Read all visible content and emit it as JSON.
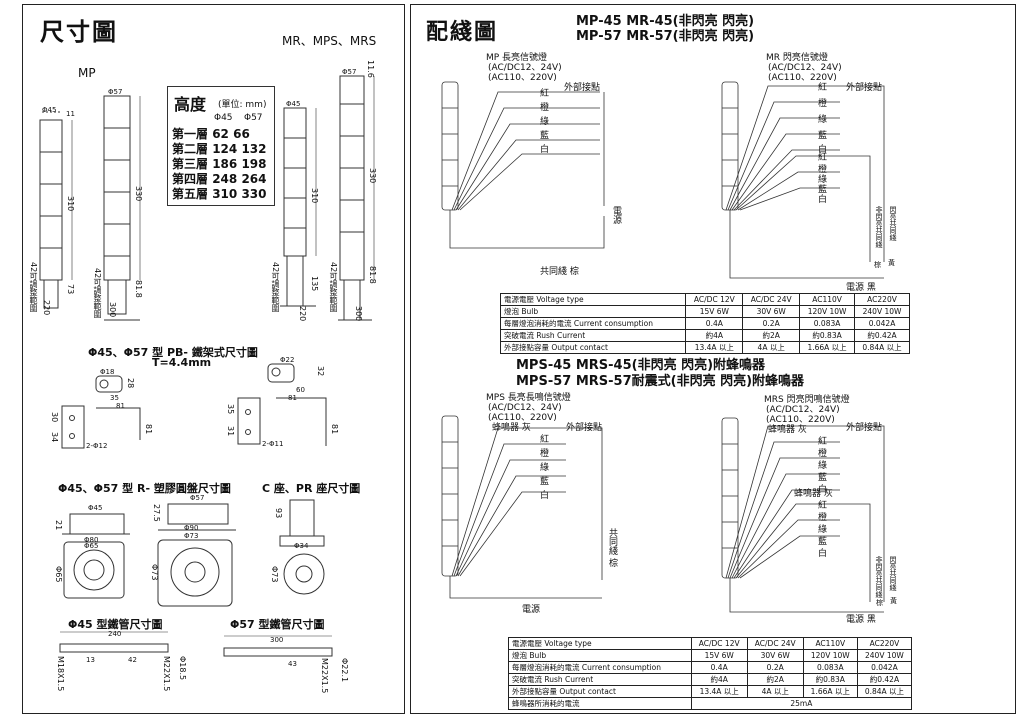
{
  "left": {
    "title": "尺寸圖",
    "series_right": "MR、MPS、MRS",
    "series_left": "MP",
    "height_table": {
      "title": "高度",
      "unit": "(單位: mm)",
      "col1": "Φ45",
      "col2": "Φ57",
      "rows": [
        {
          "layer": "第一層",
          "a": "62",
          "b": "66"
        },
        {
          "layer": "第二層",
          "a": "124",
          "b": "132"
        },
        {
          "layer": "第三層",
          "a": "186",
          "b": "198"
        },
        {
          "layer": "第四層",
          "a": "248",
          "b": "264"
        },
        {
          "layer": "第五層",
          "a": "310",
          "b": "330"
        }
      ]
    },
    "dims": {
      "d45": "Φ45",
      "d57": "Φ57",
      "v310": "310",
      "v330": "330",
      "v73": "73",
      "v818": "81.8",
      "v220": "220",
      "v300": "300",
      "v135": "135",
      "v116": "11.6",
      "v11": "11",
      "adj": "可調整範圍",
      "v42": "42"
    },
    "bracket": {
      "title": "Φ45、Φ57 型 PB- 鐵架式尺寸圖",
      "thickness": "T=4.4mm",
      "d18": "Φ18",
      "d22": "Φ22",
      "v28": "28",
      "v32": "32",
      "v35": "35",
      "v60": "60",
      "v61": "61",
      "v81": "81",
      "v30": "30",
      "v34": "34",
      "v12": "2-Φ12",
      "v11": "2-Φ11",
      "v31": "31"
    },
    "rbase": {
      "title": "Φ45、Φ57 型 R- 塑膠圓盤尺寸圖",
      "d45": "Φ45",
      "d57": "Φ57",
      "d80": "Φ80",
      "d65": "Φ65",
      "d90": "Φ90",
      "d73": "Φ73",
      "v21": "21",
      "v275": "27.5"
    },
    "cbase": {
      "title": "C 座、PR 座尺寸圖",
      "v93": "93",
      "d34": "Φ34",
      "d73": "Φ73"
    },
    "pipe45": {
      "title": "Φ45 型鐵管尺寸圖",
      "v240": "240",
      "v13": "13",
      "v42": "42",
      "m18": "M18X1.5",
      "m22": "M22X1.5",
      "d185": "Φ18.5"
    },
    "pipe57": {
      "title": "Φ57 型鐵管尺寸圖",
      "v300": "300",
      "v43": "43",
      "m22": "M22X1.5",
      "d221": "Φ22.1"
    }
  },
  "right": {
    "title": "配綫圖",
    "heading1": "MP-45 MR-45(非閃亮  閃亮)",
    "heading2": "MP-57 MR-57(非閃亮  閃亮)",
    "heading3": "MPS-45 MRS-45(非閃亮  閃亮)附蜂鳴器",
    "heading4": "MPS-57 MRS-57耐震式(非閃亮  閃亮)附蜂鳴器",
    "mp_label": "MP 長亮信號燈",
    "mr_label": "MR 閃亮信號燈",
    "mps_label": "MPS 長亮長鳴信號燈",
    "mrs_label": "MRS 閃亮閃鳴信號燈",
    "voltage1": "(AC/DC12、24V)",
    "voltage2": "(AC110、220V)",
    "external": "外部接點",
    "colors": [
      "紅",
      "橙",
      "綠",
      "藍",
      "白"
    ],
    "buzzer": "蜂鳴器",
    "grey": "灰",
    "common": "共同綫",
    "brown": "棕",
    "power": "電源",
    "black": "黑",
    "yellow": "黃",
    "flash_common": "非閃亮共同綫",
    "flash_common2": "閃亮共同綫",
    "table1": {
      "headers": [
        "電源電壓 Voltage type",
        "AC/DC 12V",
        "AC/DC 24V",
        "AC110V",
        "AC220V"
      ],
      "rows": [
        [
          "燈泡 Bulb",
          "15V 6W",
          "30V 6W",
          "120V 10W",
          "240V 10W"
        ],
        [
          "每層燈泡消耗的電流 Current consumption",
          "0.4A",
          "0.2A",
          "0.083A",
          "0.042A"
        ],
        [
          "突破電流 Rush Current",
          "約4A",
          "約2A",
          "約0.83A",
          "約0.42A"
        ],
        [
          "外部接點容量 Output contact",
          "13.4A 以上",
          "4A 以上",
          "1.66A 以上",
          "0.84A 以上"
        ]
      ]
    },
    "table2": {
      "headers": [
        "電源電壓 Voltage type",
        "AC/DC 12V",
        "AC/DC 24V",
        "AC110V",
        "AC220V"
      ],
      "rows": [
        [
          "燈泡 Bulb",
          "15V 6W",
          "30V 6W",
          "120V 10W",
          "240V 10W"
        ],
        [
          "每層燈泡消耗的電流 Current consumption",
          "0.4A",
          "0.2A",
          "0.083A",
          "0.042A"
        ],
        [
          "突破電流 Rush Current",
          "約4A",
          "約2A",
          "約0.83A",
          "約0.42A"
        ],
        [
          "外部接點容量 Output contact",
          "13.4A 以上",
          "4A 以上",
          "1.66A 以上",
          "0.84A 以上"
        ]
      ],
      "last_label": "蜂鳴器所消耗的電流",
      "last_value": "25mA"
    }
  }
}
